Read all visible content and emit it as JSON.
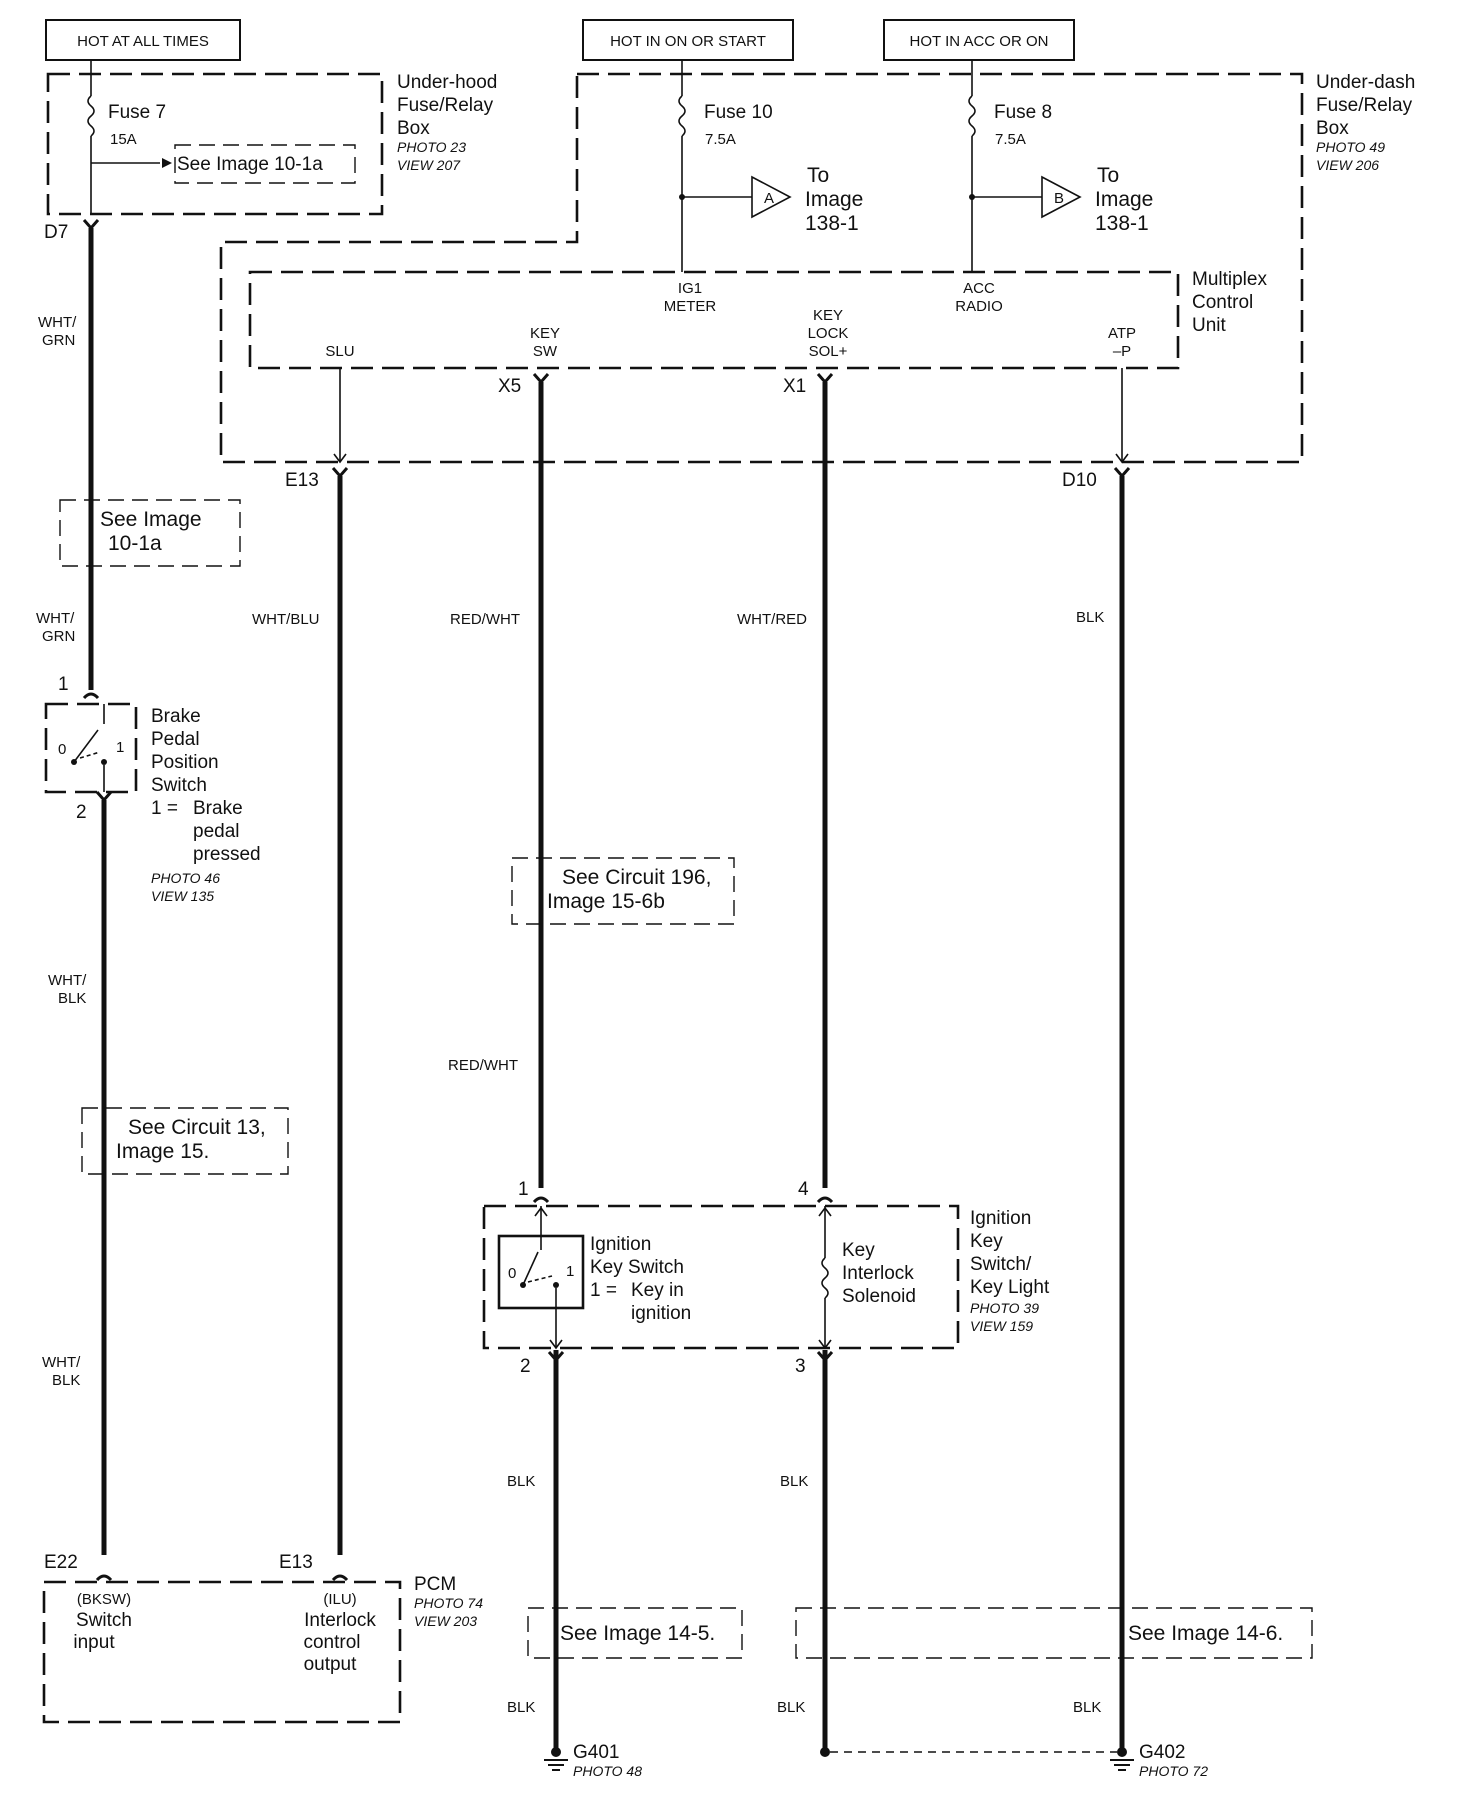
{
  "power_labels": {
    "hot_at_all_times": "HOT AT ALL TIMES",
    "hot_in_on_or_start": "HOT IN ON OR START",
    "hot_in_acc_or_on": "HOT IN ACC OR ON"
  },
  "underhood_box": {
    "name_lines": [
      "Under-hood",
      "Fuse/Relay",
      "Box"
    ],
    "photo": "PHOTO 23",
    "view": "VIEW 207",
    "fuse_name": "Fuse 7",
    "fuse_rating": "15A",
    "ref": "See Image 10-1a",
    "connector": "D7"
  },
  "underdash_box": {
    "name_lines": [
      "Under-dash",
      "Fuse/Relay",
      "Box"
    ],
    "photo": "PHOTO 49",
    "view": "VIEW 206",
    "fuse10_name": "Fuse 10",
    "fuse10_rating": "7.5A",
    "fuse8_name": "Fuse 8",
    "fuse8_rating": "7.5A",
    "to_a_letter": "A",
    "to_a_lines": [
      "To",
      "Image",
      "138-1"
    ],
    "to_b_letter": "B",
    "to_b_lines": [
      "To",
      "Image",
      "138-1"
    ]
  },
  "mcu": {
    "name_lines": [
      "Multiplex",
      "Control",
      "Unit"
    ],
    "pin_ig1": [
      "IG1",
      "METER"
    ],
    "pin_acc": [
      "ACC",
      "RADIO"
    ],
    "pin_keylock": [
      "KEY",
      "LOCK",
      "SOL+"
    ],
    "pin_keysw": [
      "KEY",
      "SW"
    ],
    "pin_slu": "SLU",
    "pin_atp": [
      "ATP",
      "–P"
    ],
    "conn_x5": "X5",
    "conn_x1": "X1",
    "conn_e13": "E13",
    "conn_d10": "D10"
  },
  "wires": {
    "w1_top": [
      "WHT/",
      "GRN"
    ],
    "w1_mid": [
      "WHT/",
      "GRN"
    ],
    "w1_ref": [
      "See Image",
      "10-1a"
    ],
    "w2": [
      "WHT/",
      "BLK"
    ],
    "w2_lower": [
      "WHT/",
      "BLK"
    ],
    "w2_ref": [
      "See Circuit 13,",
      "Image 15."
    ],
    "slu": "WHT/BLU",
    "keysw": "RED/WHT",
    "keysw_lower": "RED/WHT",
    "keysw_ref": [
      "See Circuit 196,",
      "Image 15-6b"
    ],
    "keylock": "WHT/RED",
    "atp": "BLK",
    "gnd_a": "BLK",
    "gnd_a_lower": "BLK",
    "gnd_b": "BLK",
    "gnd_b_lower": "BLK",
    "gnd_c_lower": "BLK",
    "ref_14_5": "See Image 14-5.",
    "ref_14_6": "See Image 14-6."
  },
  "brake_switch": {
    "name_lines": [
      "Brake",
      "Pedal",
      "Position",
      "Switch"
    ],
    "state_prefix": "1 =",
    "state_lines": [
      "Brake",
      "pedal",
      "pressed"
    ],
    "photo": "PHOTO 46",
    "view": "VIEW 135",
    "pin_top": "1",
    "pin_bottom": "2",
    "pos0": "0",
    "pos1": "1"
  },
  "ignition": {
    "name_lines": [
      "Ignition",
      "Key",
      "Switch/",
      "Key Light"
    ],
    "photo": "PHOTO 39",
    "view": "VIEW 159",
    "switch_lines": [
      "Ignition",
      "Key Switch"
    ],
    "switch_state_prefix": "1 =",
    "switch_state_lines": [
      "Key in",
      "ignition"
    ],
    "solenoid_lines": [
      "Key",
      "Interlock",
      "Solenoid"
    ],
    "pin1": "1",
    "pin2": "2",
    "pin3": "3",
    "pin4": "4",
    "pos0": "0",
    "pos1": "1"
  },
  "pcm": {
    "name": "PCM",
    "photo": "PHOTO 74",
    "view": "VIEW 203",
    "conn_e22": "E22",
    "conn_e13": "E13",
    "bksw": "(BKSW)",
    "switch_input": [
      "Switch",
      "input"
    ],
    "ilu": "(ILU)",
    "ilu_output": [
      "Interlock",
      "control",
      "output"
    ]
  },
  "grounds": {
    "g401": "G401",
    "g401_photo": "PHOTO 48",
    "g402": "G402",
    "g402_photo": "PHOTO 72"
  }
}
